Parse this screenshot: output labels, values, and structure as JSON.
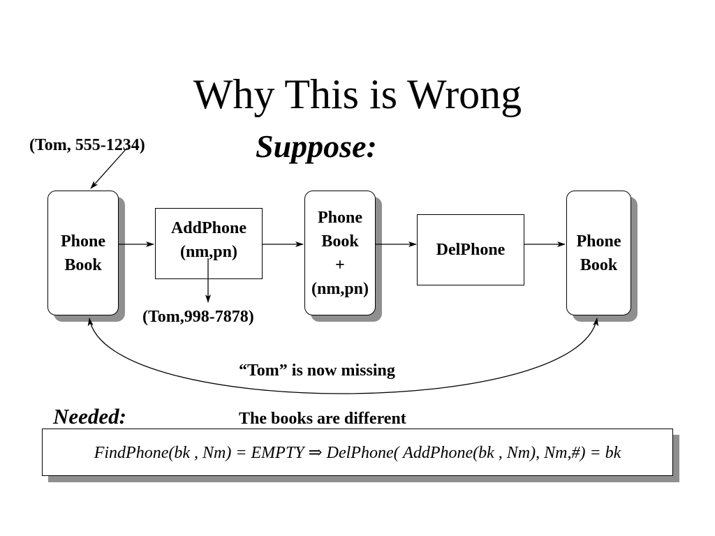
{
  "title": "Why This is Wrong",
  "suppose": "Suppose:",
  "input_top": "(Tom, 555-1234)",
  "input_bottom": "(Tom,998-7878)",
  "boxes": {
    "phone_book_1": [
      "Phone",
      "Book"
    ],
    "add_phone": [
      "AddPhone",
      "(nm,pn)"
    ],
    "phone_book_2": [
      "Phone",
      "Book",
      "+",
      "(nm,pn)"
    ],
    "del_phone": "DelPhone",
    "phone_book_3": [
      "Phone",
      "Book"
    ]
  },
  "missing_note": "“Tom” is now missing",
  "needed": "Needed:",
  "different_note": "The books are different",
  "formula": "FindPhone(bk , Nm) = EMPTY ⇒ DelPhone( AddPhone(bk , Nm), Nm,#) = bk"
}
